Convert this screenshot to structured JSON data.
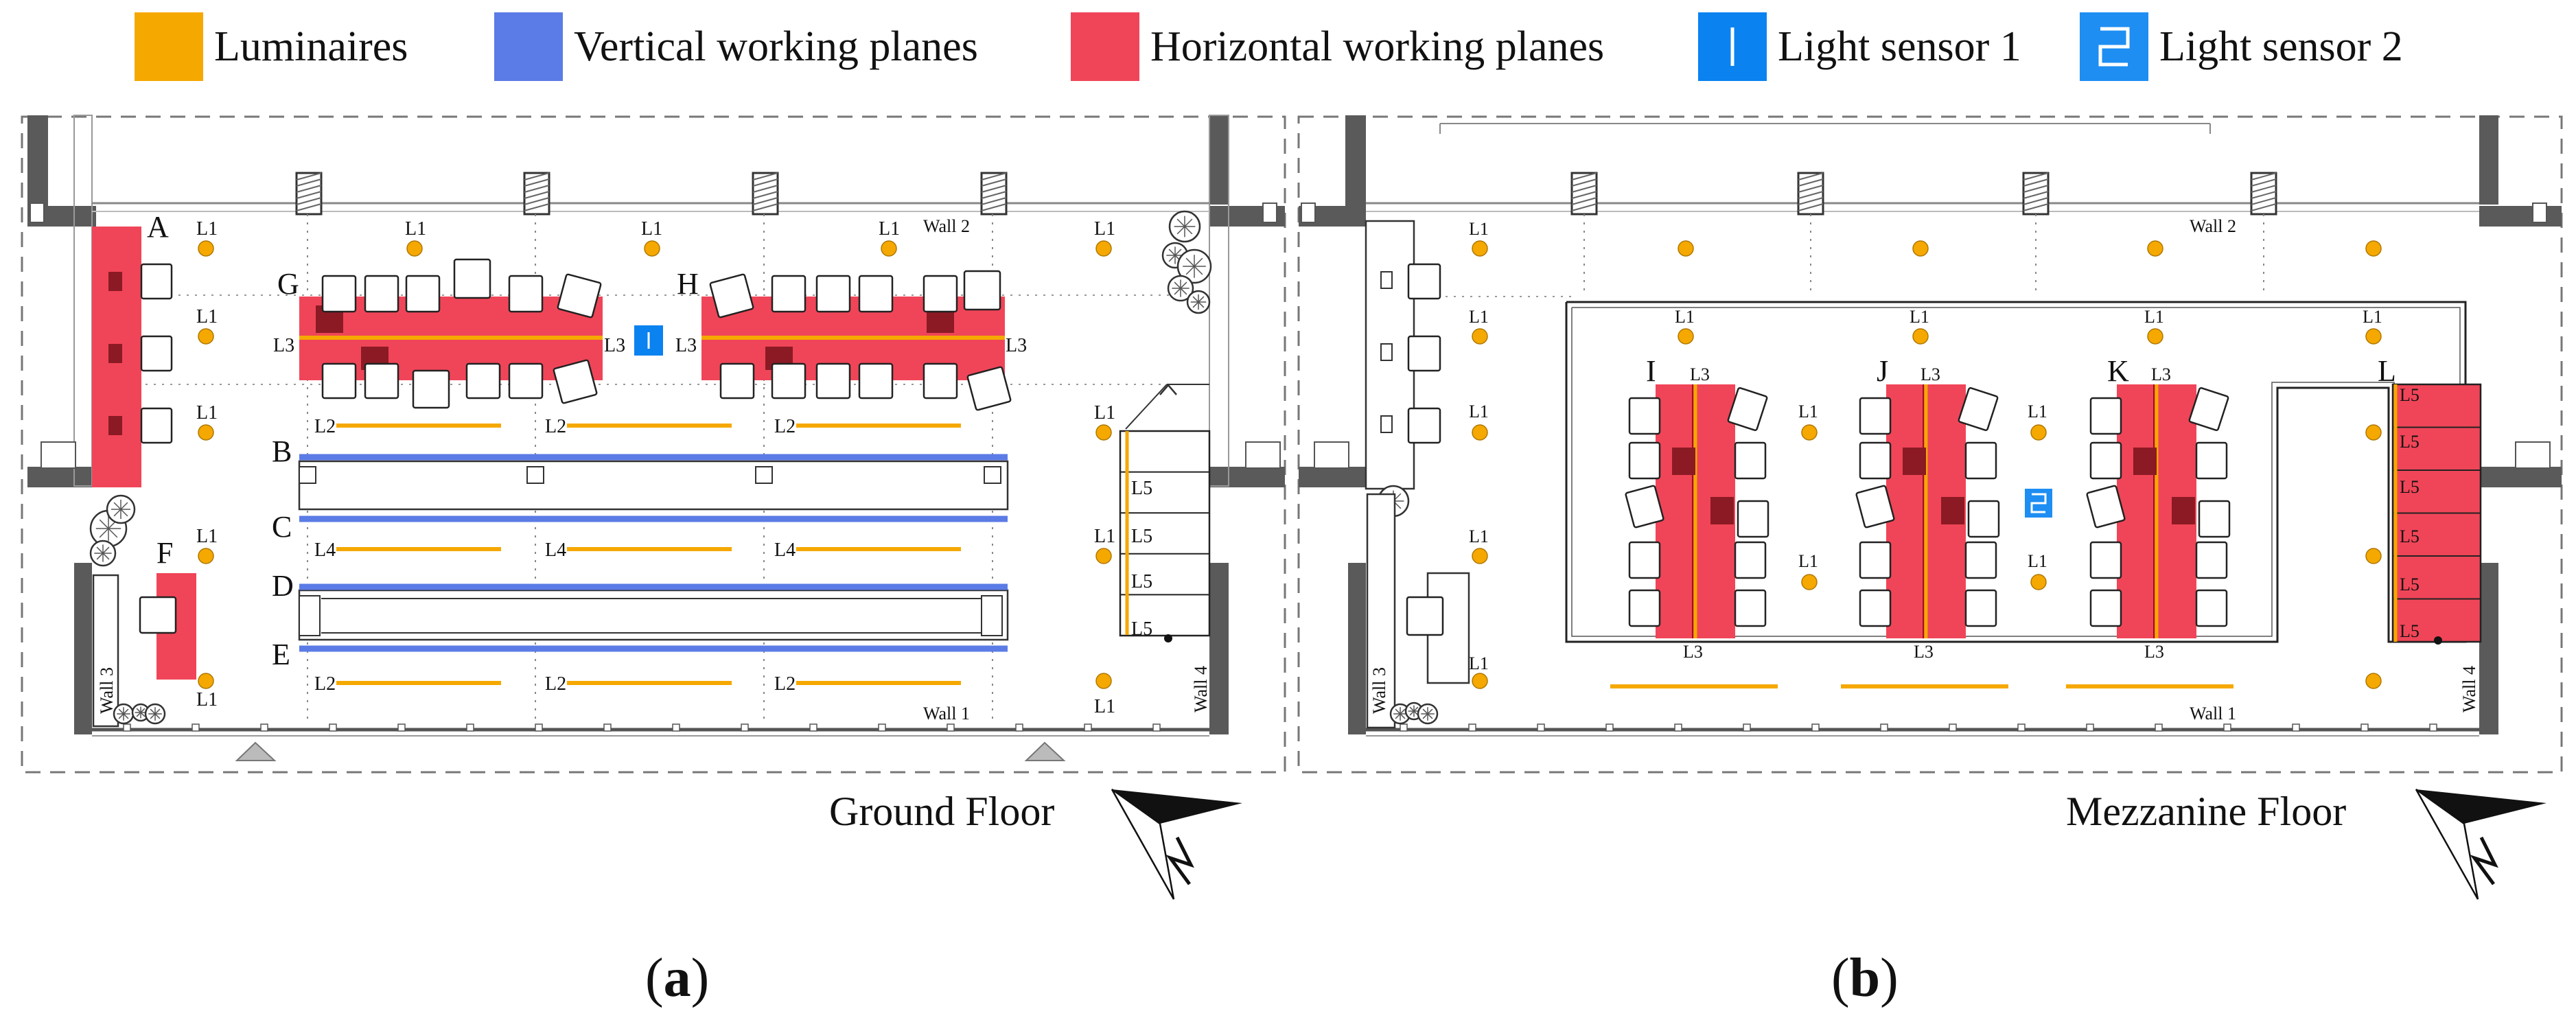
{
  "colors": {
    "luminaire": "#F5A800",
    "vertical_plane": "#5B7BE6",
    "horizontal_plane": "#F04558",
    "sensor1": "#0A82F0",
    "sensor2": "#1E8EF2",
    "wall": "#5a5a5a"
  },
  "legend": {
    "luminaires": "Luminaires",
    "vertical": "Vertical working planes",
    "horizontal": "Horizontal working planes",
    "sensor1": "Light sensor 1",
    "sensor2": "Light sensor 2"
  },
  "icons": [
    "compass-north-arrow-icon",
    "plant-icon",
    "chair-icon",
    "desk-icon",
    "stair-icon"
  ],
  "panel_a": {
    "title": "Ground Floor",
    "caption": "a",
    "plane_labels": [
      "A",
      "B",
      "C",
      "D",
      "E",
      "F",
      "G",
      "H"
    ],
    "luminaire_label_L1": "L1",
    "luminaire_label_L2": "L2",
    "luminaire_label_L3": "L3",
    "luminaire_label_L4": "L4",
    "luminaire_label_L5": "L5",
    "wall1": "Wall 1",
    "wall2": "Wall 2",
    "wall3": "Wall 3",
    "wall4": "Wall 4"
  },
  "panel_b": {
    "title": "Mezzanine Floor",
    "caption": "b",
    "plane_labels": [
      "I",
      "J",
      "K",
      "L"
    ],
    "wall1": "Wall 1",
    "wall2": "Wall 2",
    "wall3": "Wall 3",
    "wall4": "Wall 4"
  }
}
